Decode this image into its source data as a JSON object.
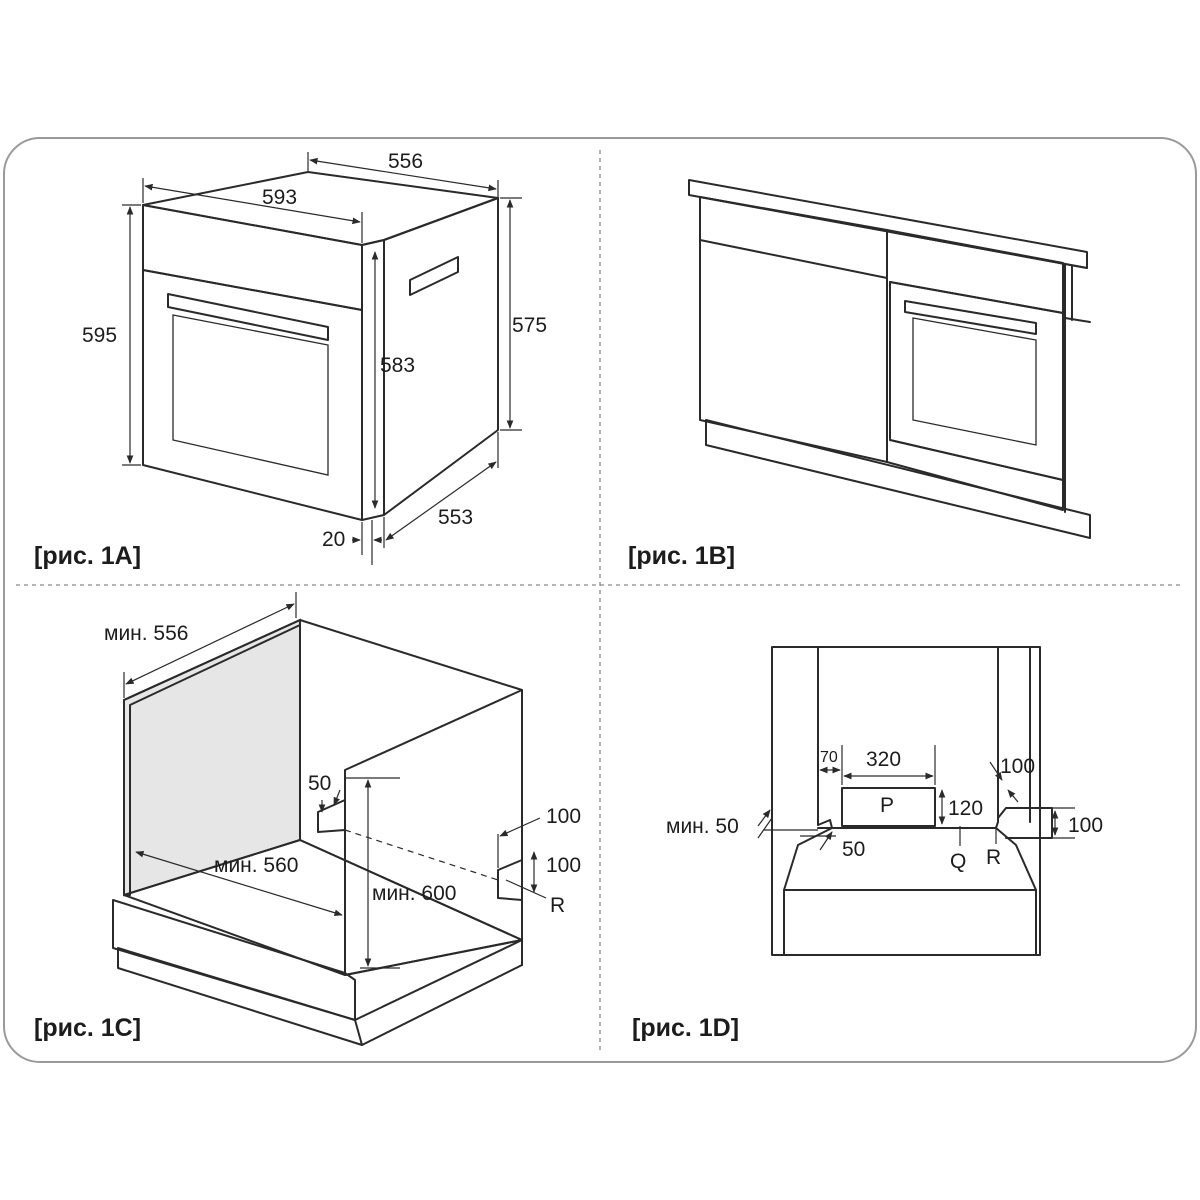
{
  "panels": {
    "fig_1a": {
      "caption": "[рис. 1A]",
      "dims": {
        "depth_top": "556",
        "width_front": "593",
        "height_front": "595",
        "height_side": "575",
        "height_inner": "583",
        "depth_side": "553",
        "front_thickness": "20"
      }
    },
    "fig_1b": {
      "caption": "[рис. 1B]"
    },
    "fig_1c": {
      "caption": "[рис. 1C]",
      "dims": {
        "min_depth": "мин. 556",
        "gap_50": "50",
        "min_width": "мин. 560",
        "min_height": "мин. 600",
        "vent_100_top": "100",
        "vent_100_side": "100",
        "vent_r": "R"
      }
    },
    "fig_1d": {
      "caption": "[рис. 1D]",
      "dims": {
        "d70": "70",
        "d320": "320",
        "p": "P",
        "d120": "120",
        "d100_top": "100",
        "d100_right": "100",
        "min50": "мин. 50",
        "d50": "50",
        "q": "Q",
        "r": "R"
      }
    }
  }
}
